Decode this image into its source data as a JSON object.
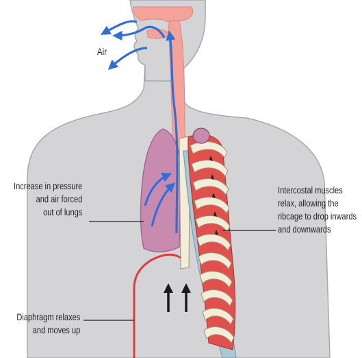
{
  "diagram": {
    "labels": {
      "air": "Air",
      "pressure": [
        "Increase in pressure",
        "and air forced",
        "out of lungs"
      ],
      "intercostal": [
        "Intercostal muscles",
        "relax, allowing the",
        "ribcage to drop inwards",
        "and downwards"
      ],
      "diaphragm": [
        "Diaphragm relaxes",
        "and moves up"
      ]
    },
    "colors": {
      "body": "#d4d4d6",
      "body_outline": "#a8a8ab",
      "airway": "#f4a39b",
      "lung": "#c98ab0",
      "lung_outline": "#a06a8a",
      "muscle": "#e0504c",
      "rib": "#f2ecd8",
      "cartilage": "#a9c8d4",
      "diaphragm": "#e03a3a",
      "air_arrow": "#2f6fd6",
      "pressure_arrow": "#1a1a1a"
    }
  }
}
